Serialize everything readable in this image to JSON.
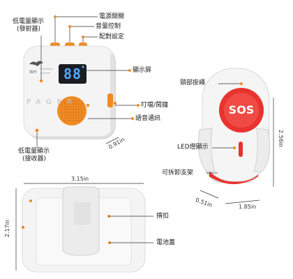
{
  "labels": {
    "low_batt_tx_line1": "低電量顯示",
    "low_batt_tx_line2": "(發射器)",
    "power": "電源開關",
    "volume": "音量控制",
    "pair": "配對設定",
    "display": "顯示屏",
    "doorbell": "叮噹/鬧鐘",
    "voice": "語音通訊",
    "low_batt_rx_line1": "低電量顯示",
    "low_batt_rx_line2": "(接收器)",
    "lanyard": "頸部掛繩",
    "led": "LED燈顯示",
    "holder": "可拆卸支架",
    "clip": "揹扣",
    "battery_cover": "電池蓋"
  },
  "device": {
    "logo_text": "WH",
    "screen_digits": "88",
    "pager_text": "PAGER",
    "sos_text": "SOS"
  },
  "dimensions": {
    "receiver_depth": "0.91in",
    "receiver_width": "3.15in",
    "receiver_height": "2.17in",
    "pendant_height": "2.56in",
    "pendant_depth": "0.51in",
    "pendant_width": "1.85in"
  },
  "colors": {
    "accent_orange": "#f08a24",
    "sos_red": "#e8332e",
    "screen_dark": "#1a1d22",
    "screen_digits": "#55a8ff"
  }
}
